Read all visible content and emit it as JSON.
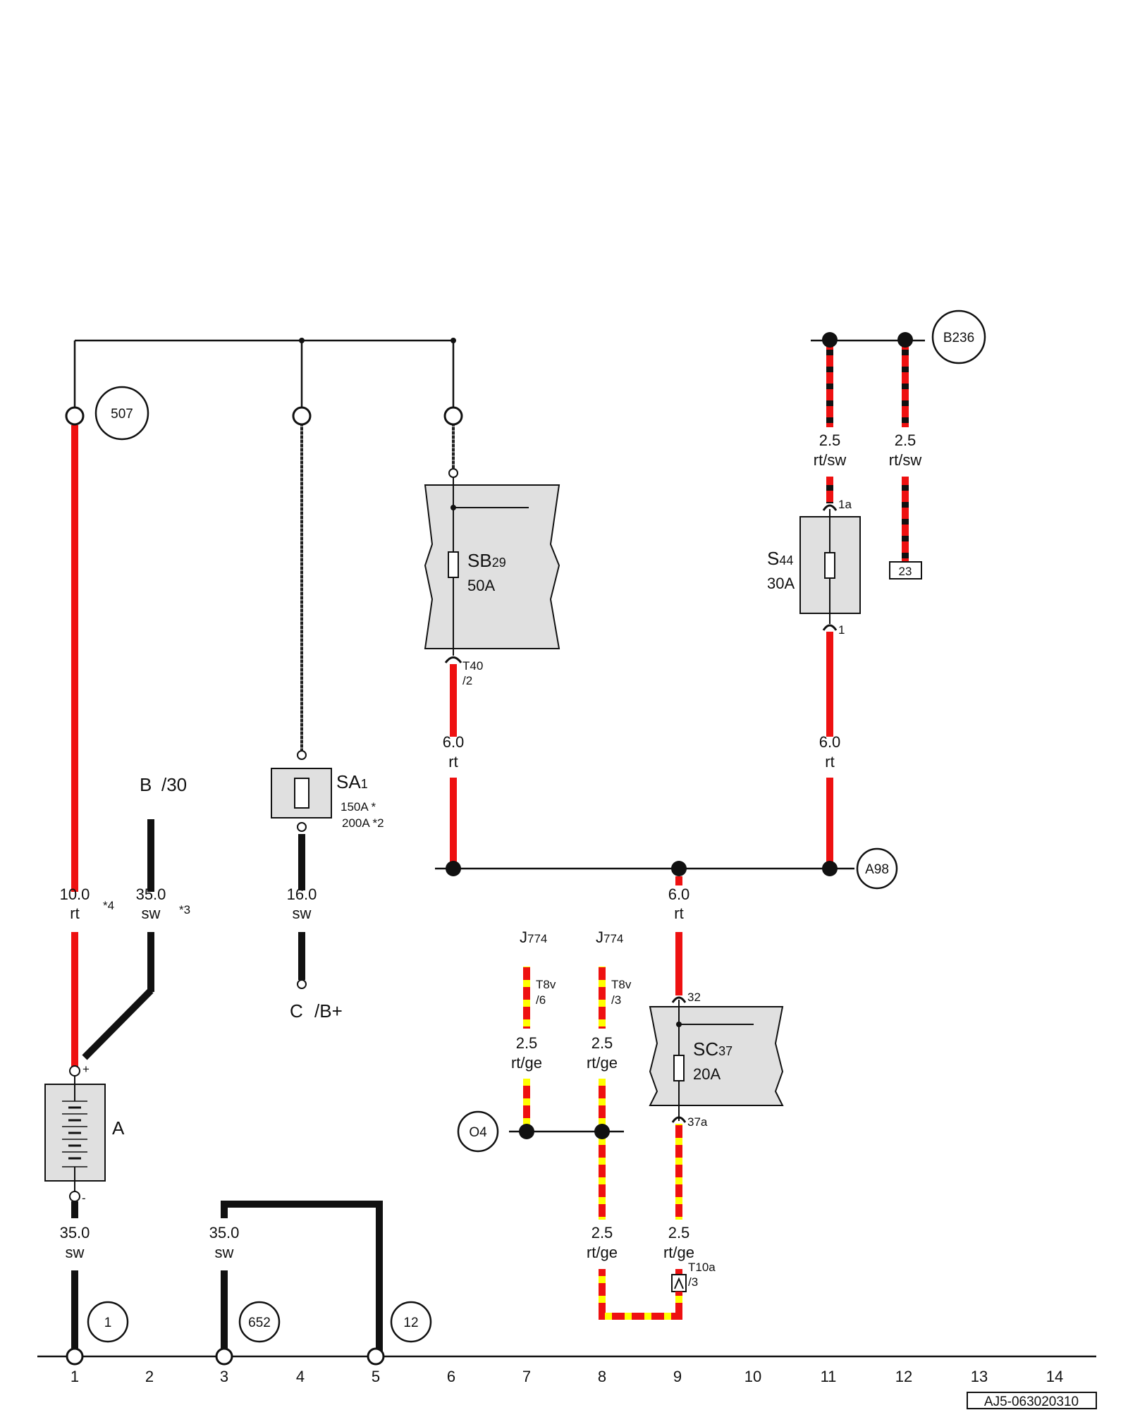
{
  "refs": {
    "r507": "507",
    "b236": "B236",
    "a98": "A98",
    "o4": "O4",
    "r1": "1",
    "r652": "652",
    "r12": "12"
  },
  "wires": {
    "w1": {
      "size": "10.0",
      "color": "rt",
      "note": "*4"
    },
    "w2": {
      "size": "35.0",
      "color": "sw",
      "note": "*3"
    },
    "w3": {
      "size": "16.0",
      "color": "sw"
    },
    "w4": {
      "size": "6.0",
      "color": "rt"
    },
    "w5": {
      "size": "6.0",
      "color": "rt"
    },
    "w6": {
      "size": "6.0",
      "color": "rt"
    },
    "w7": {
      "size": "2.5",
      "color": "rt/sw"
    },
    "w8": {
      "size": "2.5",
      "color": "rt/sw"
    },
    "w9": {
      "size": "2.5",
      "color": "rt/ge"
    },
    "w10": {
      "size": "2.5",
      "color": "rt/ge"
    },
    "w11": {
      "size": "35.0",
      "color": "sw"
    },
    "w12": {
      "size": "35.0",
      "color": "sw"
    },
    "w13": {
      "size": "2.5",
      "color": "rt/ge"
    },
    "w14": {
      "size": "2.5",
      "color": "rt/ge"
    }
  },
  "components": {
    "sb29": {
      "name": "SB",
      "num": "29",
      "rating": "50A",
      "pin_a": "T40",
      "pin_b": "/2"
    },
    "s44": {
      "name": "S",
      "num": "44",
      "rating": "30A",
      "pin_top": "1a",
      "pin_bottom": "1"
    },
    "sa1": {
      "name": "SA",
      "num": "1",
      "rating1": "150A *",
      "rating2": "200A *2"
    },
    "sc37": {
      "name": "SC",
      "num": "37",
      "rating": "20A",
      "pin_top": "32",
      "pin_bottom": "37a"
    },
    "battery": {
      "name": "A",
      "plus": "+",
      "minus": "-"
    },
    "terminal23": "23"
  },
  "labels": {
    "b30": {
      "main": "B",
      "sub": "/30"
    },
    "cbplus": {
      "main": "C",
      "sub": "/B+"
    },
    "j774a": {
      "name": "J",
      "num": "774",
      "pin": "T8v",
      "pinnum": "/6"
    },
    "j774b": {
      "name": "J",
      "num": "774",
      "pin": "T8v",
      "pinnum": "/3"
    },
    "t10a": {
      "pin": "T10a",
      "pinnum": "/3"
    }
  },
  "axis": [
    "1",
    "2",
    "3",
    "4",
    "5",
    "6",
    "7",
    "8",
    "9",
    "10",
    "11",
    "12",
    "13",
    "14"
  ],
  "figure_id": "AJ5-063020310"
}
